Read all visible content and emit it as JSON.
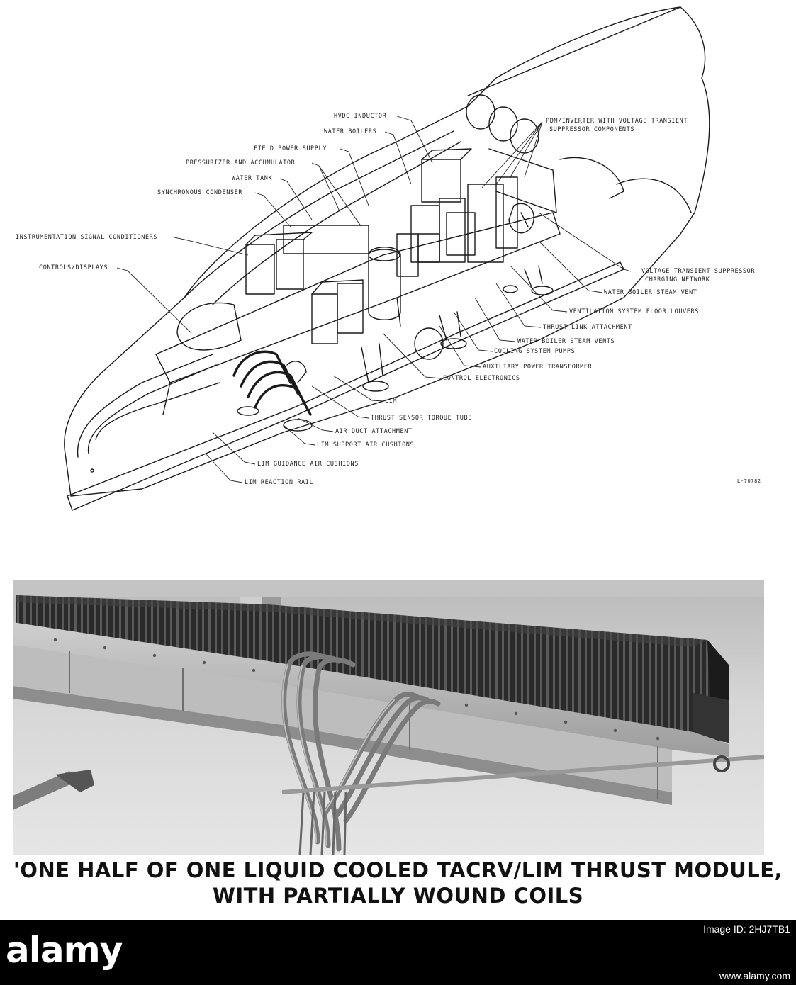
{
  "diagram": {
    "labels": {
      "hvdc_inductor": "HVDC INDUCTOR",
      "water_boilers": "WATER BOILERS",
      "field_power_supply": "FIELD POWER SUPPLY",
      "pressurizer": "PRESSURIZER AND ACCUMULATOR",
      "water_tank": "WATER TANK",
      "synchronous_condenser": "SYNCHRONOUS CONDENSER",
      "instrumentation": "INSTRUMENTATION SIGNAL CONDITIONERS",
      "controls_displays": "CONTROLS/DISPLAYS",
      "pdm_inverter_1": "PDM/INVERTER WITH VOLTAGE TRANSIENT",
      "pdm_inverter_2": "SUPPRESSOR COMPONENTS",
      "vts_network_1": "VOLTAGE TRANSIENT SUPPRESSOR",
      "vts_network_2": "CHARGING NETWORK",
      "water_boiler_steam_vent": "WATER BOILER STEAM VENT",
      "ventilation_louvers": "VENTILATION SYSTEM FLOOR LOUVERS",
      "thrust_link": "THRUST LINK ATTACHMENT",
      "water_boiler_steam_vents": "WATER BOILER STEAM VENTS",
      "cooling_pumps": "COOLING SYSTEM PUMPS",
      "aux_transformer": "AUXILIARY POWER TRANSFORMER",
      "control_electronics": "CONTROL ELECTRONICS",
      "lim": "LIM",
      "thrust_sensor": "THRUST SENSOR TORQUE TUBE",
      "air_duct": "AIR DUCT ATTACHMENT",
      "lim_support": "LIM SUPPORT AIR CUSHIONS",
      "lim_guidance": "LIM GUIDANCE AIR CUSHIONS",
      "lim_rail": "LIM REACTION RAIL",
      "figure_number": "L-70782"
    }
  },
  "caption": {
    "line1": "'ONE HALF OF ONE LIQUID COOLED TACRV/LIM THRUST MODULE,",
    "line2": "WITH PARTIALLY WOUND COILS"
  },
  "watermark": {
    "logo": "alamy",
    "image_id": "Image ID: 2HJ7TB1",
    "url": "www.alamy.com"
  }
}
